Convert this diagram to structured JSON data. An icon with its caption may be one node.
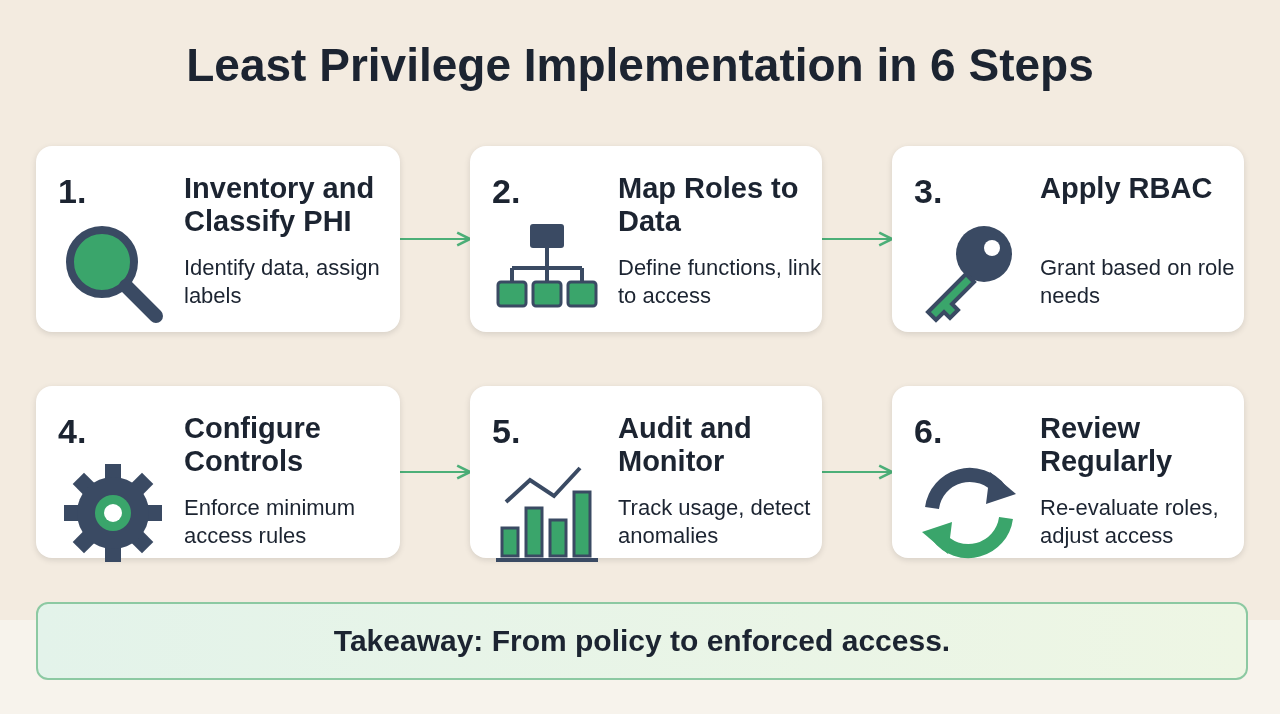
{
  "diagram": {
    "title": "Least Privilege Implementation in 6 Steps",
    "nodes": [
      {
        "text": [
          "1.",
          "Inventory and Classify PHI",
          "Identify data, assign labels"
        ]
      },
      {
        "text": [
          "2.",
          "Map Roles to Data",
          "Define functions, link to access"
        ]
      },
      {
        "text": [
          "3.",
          "Apply RBAC",
          "Grant based on role needs"
        ]
      },
      {
        "text": [
          "4.",
          "Configure Controls",
          "Enforce minimum access rules"
        ]
      },
      {
        "text": [
          "5.",
          "Audit and Monitor",
          "Track usage, detect anomalies"
        ]
      },
      {
        "text": [
          "6.",
          "Review Regularly",
          "Re-evaluate roles, adjust access"
        ]
      },
      {
        "text": [
          "Takeaway: From policy to enforced access."
        ]
      }
    ],
    "edges": [
      {
        "from": 0,
        "to": 1,
        "arrow": "to"
      },
      {
        "from": 1,
        "to": 2,
        "arrow": "to"
      },
      {
        "from": 3,
        "to": 4,
        "arrow": "to"
      },
      {
        "from": 4,
        "to": 5,
        "arrow": "to"
      }
    ]
  }
}
